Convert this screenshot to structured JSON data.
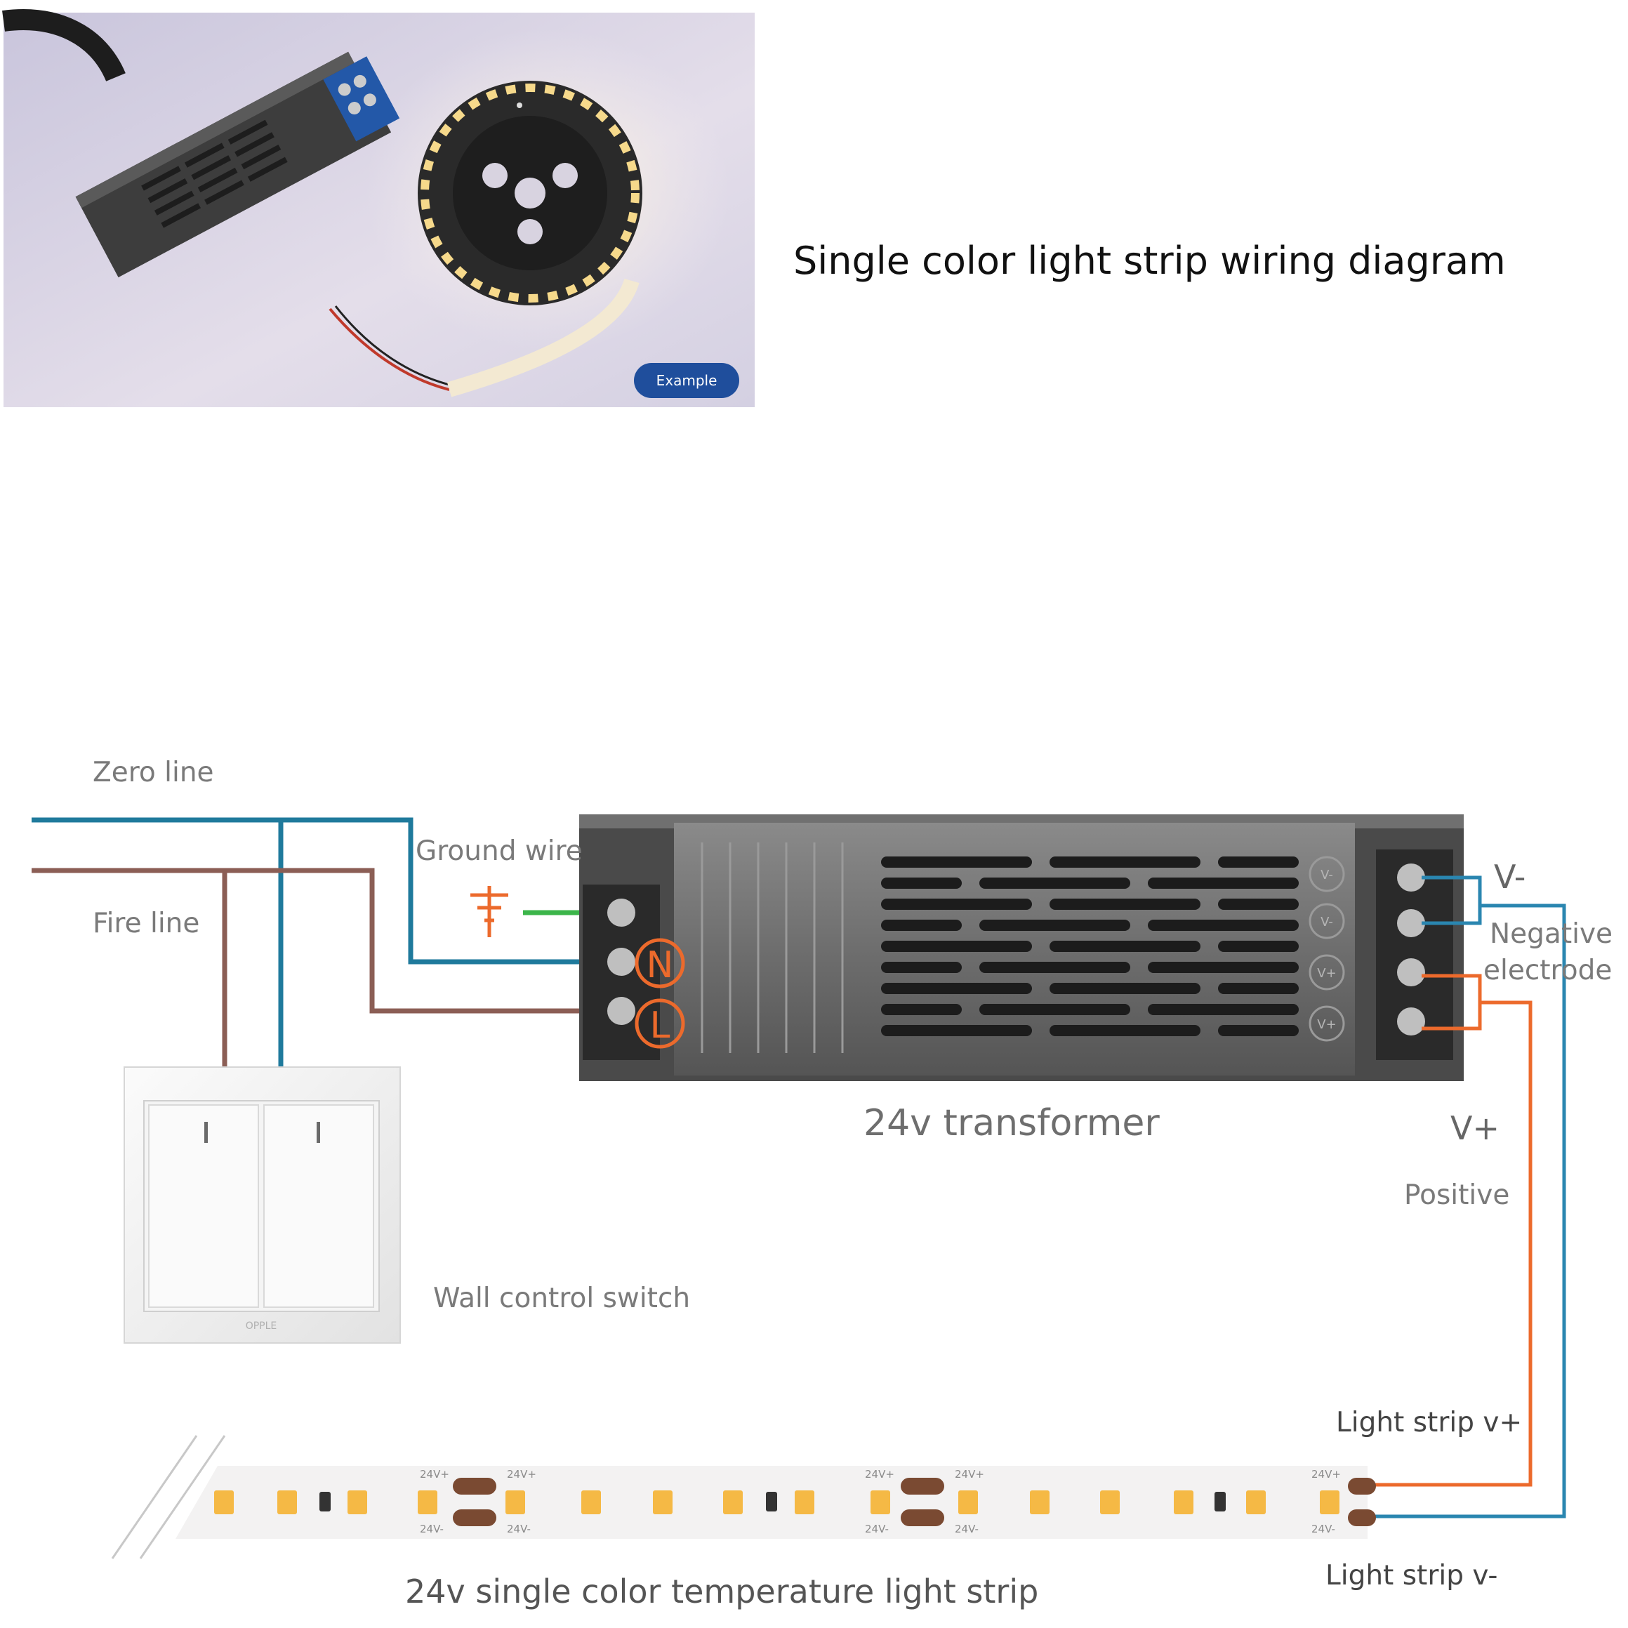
{
  "title": "Single color light strip wiring diagram",
  "example_label": "Example",
  "labels": {
    "zero_line": "Zero line",
    "fire_line": "Fire line",
    "ground_wire": "Ground wire",
    "transformer": "24v transformer",
    "v_minus": "V-",
    "negative_electrode_1": "Negative",
    "negative_electrode_2": "electrode",
    "v_plus": "V+",
    "positive": "Positive",
    "wall_switch": "Wall control switch",
    "strip_vplus": "Light strip v+",
    "strip_vminus": "Light strip v-",
    "strip": "24v single color temperature light strip"
  },
  "terminal_markers": {
    "n": "N",
    "l": "L"
  },
  "terminal_labels": [
    "V-",
    "V-",
    "V+",
    "V+"
  ],
  "strip_pad_labels": {
    "plus": "24V+",
    "minus": "24V-"
  },
  "switch_brand": "OPPLE",
  "colors": {
    "zero_line": "#1f7a9c",
    "fire_line": "#8b5e55",
    "ground": "#3cb54a",
    "positive": "#ec6a2c",
    "negative": "#2a86b0",
    "led": "#f5b945",
    "button": "#1f4e9c"
  }
}
